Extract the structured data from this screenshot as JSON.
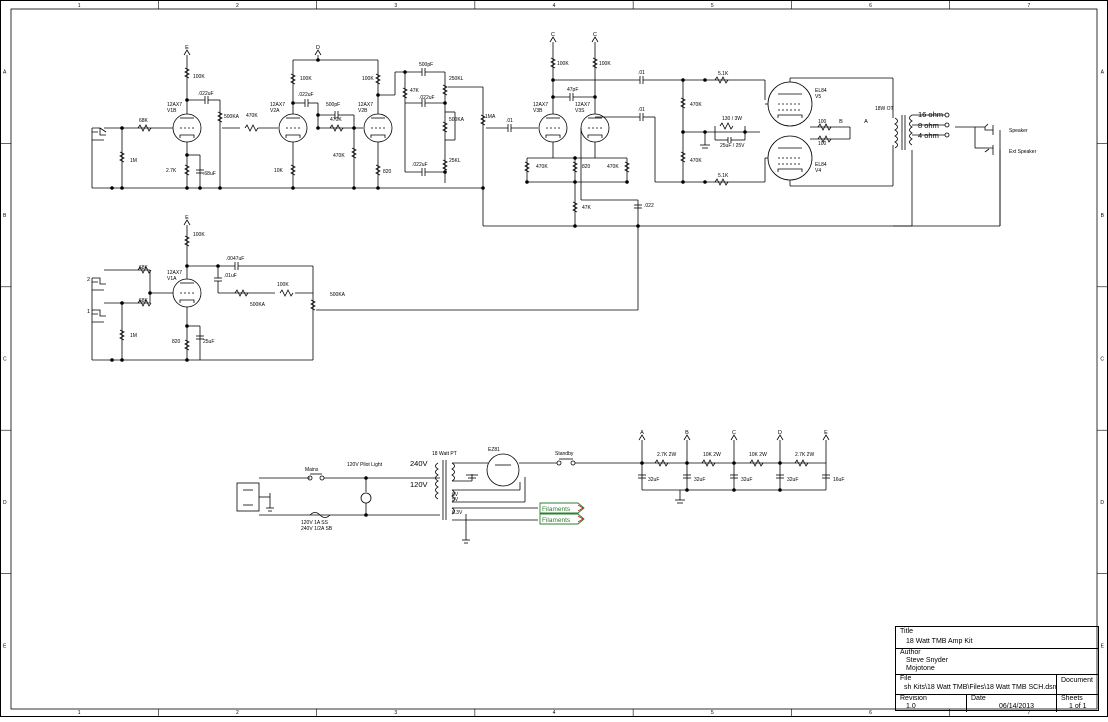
{
  "border": {
    "cols": [
      "1",
      "2",
      "3",
      "4",
      "5",
      "6",
      "7"
    ],
    "rows": [
      "A",
      "B",
      "C",
      "D",
      "E"
    ]
  },
  "nodes": {
    "A": "A",
    "B": "B",
    "C": "C",
    "D": "D",
    "E": "E"
  },
  "preamp": {
    "v1b": "12AX7\nV1B",
    "v2a": "12AX7\nV2A",
    "v2b": "12AX7\nV2B",
    "r_68k": "68K",
    "r_1m": "1M",
    "r_27k": "2.7K",
    "c_68uf": ".68uF",
    "c_022_1": ".022uF",
    "r_100k_1": "100K",
    "pot_500ka_1": "500KA",
    "r_470k_1": "470K",
    "r_100k_2": "100K",
    "c_022_2": ".022uF",
    "r_10k": "10K",
    "c_500pf_1": "500pF",
    "r_470k_2": "470K",
    "r_470k_3": "470K",
    "r_100k_3": "100K",
    "r_820_1": "820",
    "c_500pf_2": "500pF",
    "pot_250kl": "250KL",
    "r_47k": "47K",
    "c_022_3": ".022uF",
    "pot_500ka_2": "500KA",
    "c_022_4": ".022uF",
    "pot_25kl": "25KL",
    "pot_1ma": "1MA",
    "c_01_1": ".01"
  },
  "pi": {
    "v3b": "12AX7\nV3B",
    "v3s": "12AX7\nV3S",
    "r_100k_a": "100K",
    "r_100k_b": "100K",
    "c_47pf": "47pF",
    "r_470k_a": "470K",
    "r_820": "820",
    "r_470k_b": "470K",
    "r_47k": "47K",
    "c_022z": ".022",
    "c_01_a": ".01",
    "c_01_b": ".01"
  },
  "power_amp": {
    "r_51k_a": "5.1K",
    "r_51k_b": "5.1K",
    "r_470k_a": "470K",
    "r_470k_b": "470K",
    "r_130": "130 / 3W",
    "c_25": "25uF / 25V",
    "v5": "EL84\nV5",
    "v4": "EL84\nV4",
    "r_100_a": "100",
    "r_100_b": "100",
    "ot": "18W OT",
    "tap_16": "16 ohm",
    "tap_8": "8 ohm",
    "tap_4": "4 ohm",
    "speaker": "Speaker",
    "ext_speaker": "Ext Speaker"
  },
  "channel2": {
    "v1a": "12AX7\nV1A",
    "r_100k": "100K",
    "r_68k_a": "68K",
    "r_68k_b": "68K",
    "r_1m": "1M",
    "in_2": "2",
    "in_1": "1",
    "c_0047": ".0047uF",
    "c_01": ".01uF",
    "r_100k_b": "100K",
    "pot_500ka_a": "500KA",
    "pot_500ka_b": "500KA",
    "r_820": "820",
    "c_25uf": "25uF"
  },
  "psu": {
    "mains": "Mains",
    "pilot": "120V Pilot Light",
    "pt": "18 Watt PT",
    "v240": "240V",
    "v120": "120V",
    "fuse": "120V 1A SS\n240V 1/2A SB",
    "rect": "EZ81",
    "v6": "6V",
    "v5": "5V",
    "v63": "6.3V",
    "standby": "Standby",
    "fil1": "Filaments",
    "fil2": "Filaments",
    "r1": "2.7K 2W",
    "r2": "10K 2W",
    "r3": "10K 2W",
    "r4": "2.7K 2W",
    "c1": "32uF",
    "c2": "32uF",
    "c3": "32uF",
    "c4": "32uF",
    "c5": "16uF"
  },
  "title_block": {
    "title_label": "Title",
    "title": "18 Watt TMB Amp Kit",
    "author_label": "Author",
    "author": "Steve Snyder",
    "company": "Mojotone",
    "file_label": "File",
    "file": "sh Kits\\18 Watt TMB\\Files\\18 Watt TMB SCH.dsn",
    "document_label": "Document",
    "revision_label": "Revision",
    "revision": "1.0",
    "date_label": "Date",
    "date": "06/14/2013",
    "sheets_label": "Sheets",
    "sheets": "1 of 1"
  },
  "colors": {
    "ink": "#000000",
    "filament_flag": "#2e7d32",
    "filament_arrow": "#c62828"
  }
}
